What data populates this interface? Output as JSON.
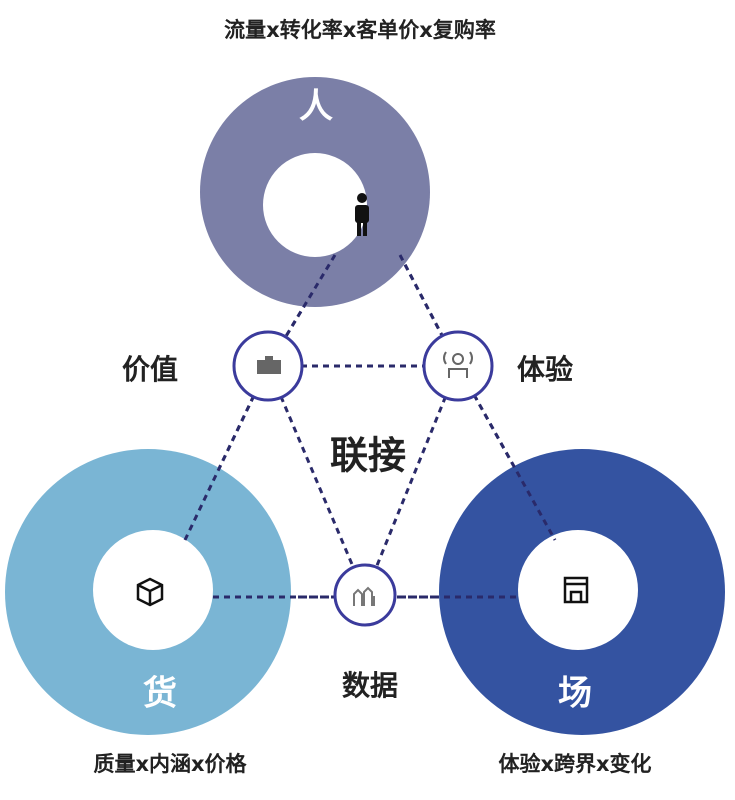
{
  "top": {
    "formula": "流量x转化率x客单价x复购率",
    "label": "人",
    "icon": "person-icon",
    "color": "#7b7fa7"
  },
  "left": {
    "formula": "质量x内涵x价格",
    "label": "货",
    "icon": "box-icon",
    "color": "#7ab5d4"
  },
  "right": {
    "formula": "体验x跨界x变化",
    "label": "场",
    "icon": "store-icon",
    "color": "#3453a1"
  },
  "connectors": {
    "value": "价值",
    "experience": "体验",
    "center": "联接",
    "data": "数据",
    "ring_color": "#3b3b9c"
  }
}
